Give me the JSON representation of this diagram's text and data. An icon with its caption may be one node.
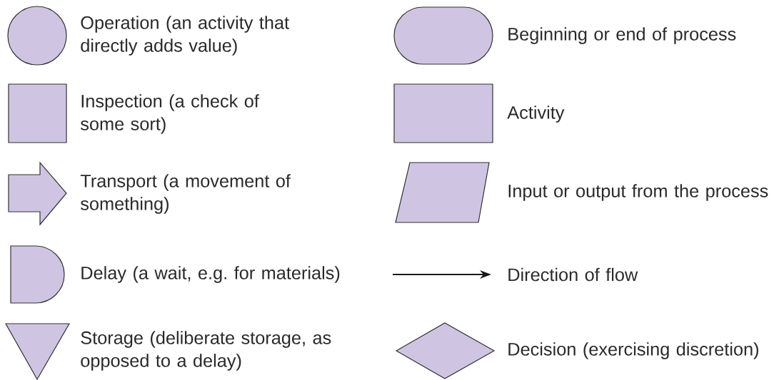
{
  "diagram": {
    "nodes": [
      {
        "text": [],
        "shape": "circle",
        "beside": [
          "Operation (an activity that directly adds value)"
        ]
      },
      {
        "text": [],
        "shape": "stadium",
        "beside": [
          "Beginning or end of process"
        ]
      },
      {
        "text": [],
        "shape": "box",
        "beside": [
          "Inspection (a check of some sort)"
        ]
      },
      {
        "text": [],
        "shape": "box",
        "beside": [
          "Activity"
        ]
      },
      {
        "text": [],
        "shape": "arrow",
        "beside": [
          "Transport (a movement of something)"
        ]
      },
      {
        "text": [],
        "shape": "parallelogram",
        "beside": [
          "Input or output from the process"
        ]
      },
      {
        "text": [],
        "shape": "semicircle",
        "beside": [
          "Delay (a wait, e.g. for materials)"
        ]
      },
      {
        "text": [],
        "shape": "triangle",
        "beside": [
          "Storage (deliberate storage, as opposed to a delay)"
        ]
      },
      {
        "text": [],
        "shape": "diamond",
        "beside": [
          "Decision (exercising discretion)"
        ]
      }
    ],
    "legend": [
      {
        "text": "Direction of flow"
      }
    ]
  }
}
